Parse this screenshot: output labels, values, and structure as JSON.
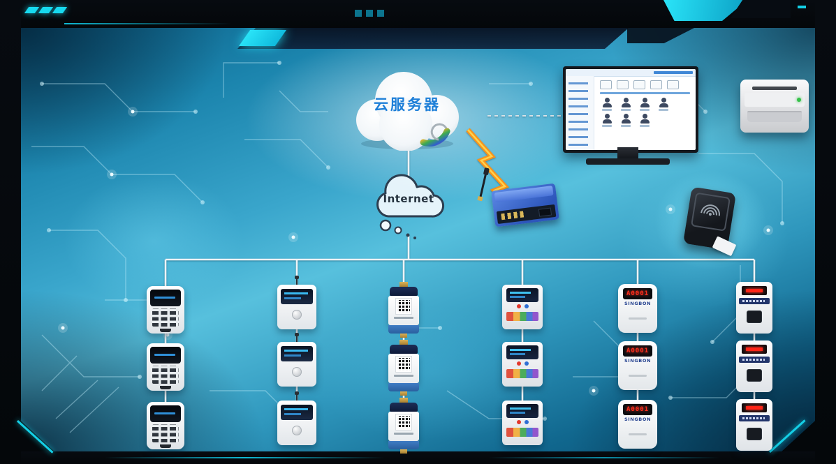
{
  "colors": {
    "accent_cyan": "#24e0f5",
    "led_red": "#ff2e1c",
    "cloud_text_blue": "#1e7fd8",
    "lightning_orange": "#f7941d",
    "brand_navy": "#24418f"
  },
  "cloud_server": {
    "label": "云服务器"
  },
  "internet": {
    "label": "Internet"
  },
  "card_dispenser": {
    "brand": "SINGBON",
    "display": "A0001"
  }
}
